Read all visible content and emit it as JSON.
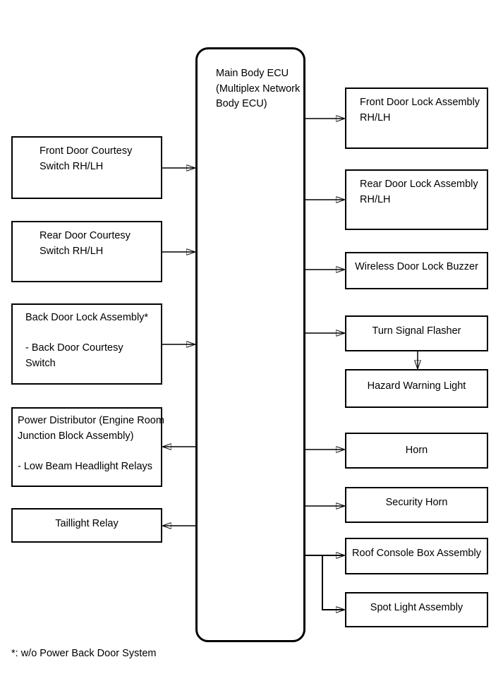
{
  "diagram": {
    "title": "Main Body ECU system block diagram",
    "center_box": {
      "label": "Main Body ECU\n(Multiplex Network\nBody ECU)"
    },
    "left_boxes": [
      {
        "id": "front-door-courtesy-switch",
        "label": "Front Door Courtesy\nSwitch RH/LH"
      },
      {
        "id": "rear-door-courtesy-switch",
        "label": "Rear Door Courtesy\nSwitch RH/LH"
      },
      {
        "id": "back-door-lock-assembly",
        "label": "Back Door Lock Assembly*\n\n- Back Door Courtesy\nSwitch"
      },
      {
        "id": "power-distributor",
        "label": "Power Distributor (Engine Room\nJunction Block Assembly)\n\n- Low Beam Headlight Relays"
      },
      {
        "id": "taillight-relay",
        "label": "Taillight Relay"
      }
    ],
    "right_boxes": [
      {
        "id": "front-door-lock-assembly",
        "label": "Front Door Lock Assembly\nRH/LH"
      },
      {
        "id": "rear-door-lock-assembly",
        "label": "Rear Door Lock Assembly\nRH/LH"
      },
      {
        "id": "wireless-door-lock-buzzer",
        "label": "Wireless Door Lock Buzzer"
      },
      {
        "id": "turn-signal-flasher",
        "label": "Turn Signal Flasher"
      },
      {
        "id": "hazard-warning-light",
        "label": "Hazard Warning Light"
      },
      {
        "id": "horn",
        "label": "Horn"
      },
      {
        "id": "security-horn",
        "label": "Security Horn"
      },
      {
        "id": "roof-console-box-assembly",
        "label": "Roof Console Box Assembly"
      },
      {
        "id": "spot-light-assembly",
        "label": "Spot Light Assembly"
      }
    ],
    "footnote": "*: w/o Power Back Door System",
    "connections": [
      {
        "from": "front-door-courtesy-switch",
        "to": "main-body-ecu"
      },
      {
        "from": "rear-door-courtesy-switch",
        "to": "main-body-ecu"
      },
      {
        "from": "back-door-lock-assembly",
        "to": "main-body-ecu"
      },
      {
        "from": "main-body-ecu",
        "to": "power-distributor"
      },
      {
        "from": "main-body-ecu",
        "to": "taillight-relay"
      },
      {
        "from": "main-body-ecu",
        "to": "front-door-lock-assembly"
      },
      {
        "from": "main-body-ecu",
        "to": "rear-door-lock-assembly"
      },
      {
        "from": "main-body-ecu",
        "to": "wireless-door-lock-buzzer"
      },
      {
        "from": "main-body-ecu",
        "to": "turn-signal-flasher"
      },
      {
        "from": "turn-signal-flasher",
        "to": "hazard-warning-light"
      },
      {
        "from": "main-body-ecu",
        "to": "horn"
      },
      {
        "from": "main-body-ecu",
        "to": "security-horn"
      },
      {
        "from": "main-body-ecu",
        "to": "roof-console-box-assembly"
      },
      {
        "from": "main-body-ecu",
        "to": "spot-light-assembly"
      }
    ],
    "colors": {
      "line": "#000000",
      "box_border": "#000000",
      "text": "#000000",
      "background": "#ffffff"
    }
  }
}
